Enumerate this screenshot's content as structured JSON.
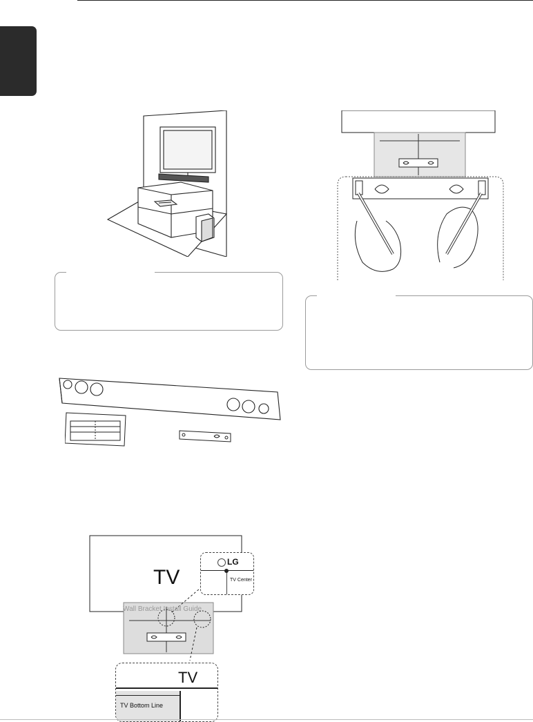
{
  "figures": {
    "tv_main_label": "TV",
    "lg_logo_text": "LG",
    "tv_center_label": "TV Center",
    "wall_bracket_label": "Wall Bracket Install Guide",
    "tv_bottom_line_label": "TV Bottom Line",
    "zoom_tv_label": "TV"
  }
}
